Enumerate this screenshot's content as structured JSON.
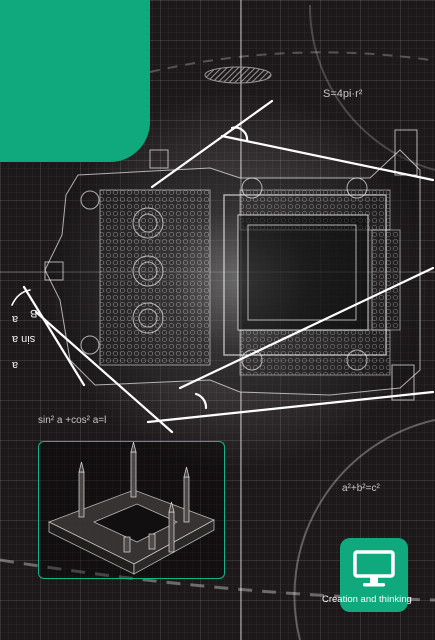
{
  "formulas": {
    "sphere_area": "S=4pi·r²",
    "trig_identity": "sin² a +cos² a=l",
    "pythagoras": "a²+b²=c²",
    "vertical_a": "a",
    "vertical_sin": "sin a",
    "vertical_a2": "a",
    "vertical_b": "B"
  },
  "badge": {
    "icon": "monitor-icon",
    "label": "Creation and thinking"
  },
  "colors": {
    "accent": "#10a87d",
    "background": "#1d1819",
    "frame_border": "#14b48a"
  }
}
